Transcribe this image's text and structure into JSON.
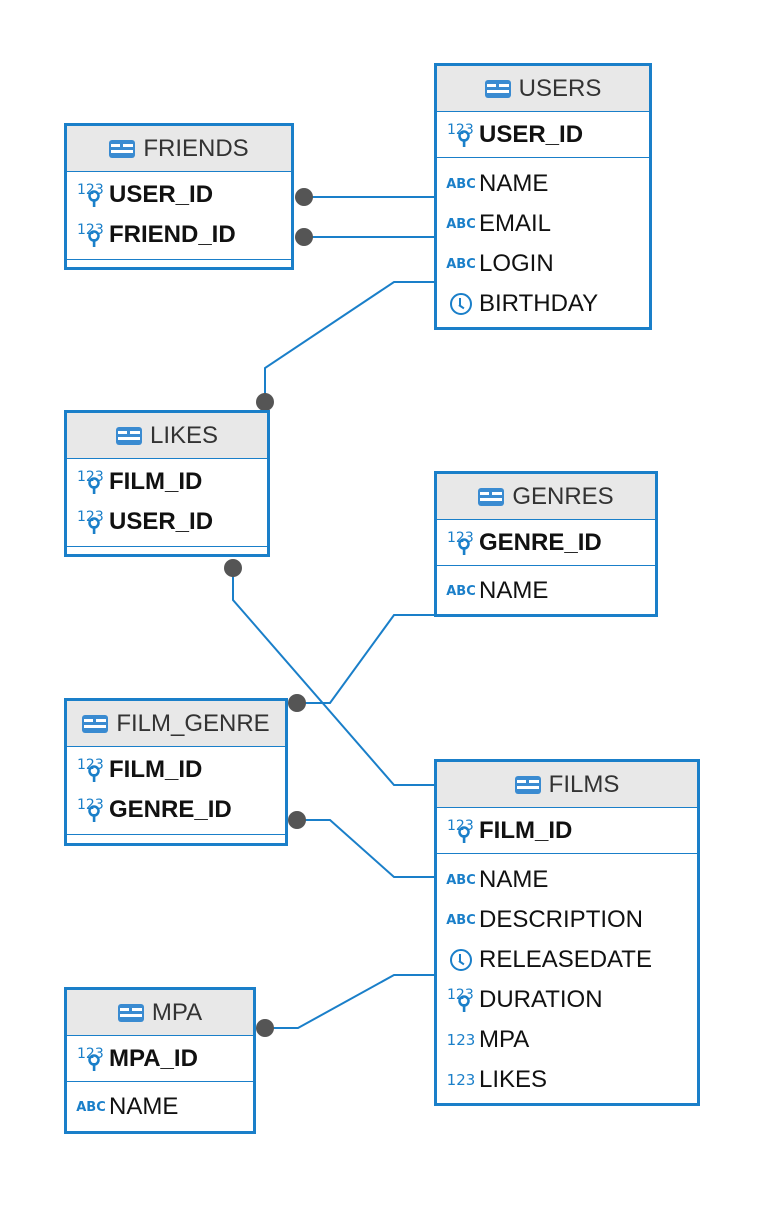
{
  "colors": {
    "border": "#1a7fc9",
    "header_bg": "#e8e8e8",
    "connector_dot": "#555555"
  },
  "entities": {
    "users": {
      "title": "USERS",
      "pk": {
        "name": "USER_ID",
        "icon": "numeric-key-icon"
      },
      "columns": [
        {
          "name": "NAME",
          "icon": "text-abc-icon"
        },
        {
          "name": "EMAIL",
          "icon": "text-abc-icon"
        },
        {
          "name": "LOGIN",
          "icon": "text-abc-icon"
        },
        {
          "name": "BIRTHDAY",
          "icon": "clock-icon"
        }
      ]
    },
    "friends": {
      "title": "FRIENDS",
      "columns": [
        {
          "name": "USER_ID",
          "icon": "numeric-key-icon"
        },
        {
          "name": "FRIEND_ID",
          "icon": "numeric-key-icon"
        }
      ]
    },
    "likes": {
      "title": "LIKES",
      "columns": [
        {
          "name": "FILM_ID",
          "icon": "numeric-key-icon"
        },
        {
          "name": "USER_ID",
          "icon": "numeric-key-icon"
        }
      ]
    },
    "genres": {
      "title": "GENRES",
      "pk": {
        "name": "GENRE_ID",
        "icon": "numeric-key-icon"
      },
      "columns": [
        {
          "name": "NAME",
          "icon": "text-abc-icon"
        }
      ]
    },
    "film_genre": {
      "title": "FILM_GENRE",
      "columns": [
        {
          "name": "FILM_ID",
          "icon": "numeric-key-icon"
        },
        {
          "name": "GENRE_ID",
          "icon": "numeric-key-icon"
        }
      ]
    },
    "films": {
      "title": "FILMS",
      "pk": {
        "name": "FILM_ID",
        "icon": "numeric-key-icon"
      },
      "columns": [
        {
          "name": "NAME",
          "icon": "text-abc-icon"
        },
        {
          "name": "DESCRIPTION",
          "icon": "text-abc-icon"
        },
        {
          "name": "RELEASEDATE",
          "icon": "clock-icon"
        },
        {
          "name": "DURATION",
          "icon": "numeric-key-icon"
        },
        {
          "name": "MPA",
          "icon": "numeric-icon"
        },
        {
          "name": "LIKES",
          "icon": "numeric-icon"
        }
      ]
    },
    "mpa": {
      "title": "MPA",
      "pk": {
        "name": "MPA_ID",
        "icon": "numeric-key-icon"
      },
      "columns": [
        {
          "name": "NAME",
          "icon": "text-abc-icon"
        }
      ]
    }
  },
  "icon_text": {
    "abc": "ABC",
    "num": "123"
  },
  "relationships": [
    {
      "from": "FRIENDS.USER_ID",
      "to": "USERS"
    },
    {
      "from": "FRIENDS.FRIEND_ID",
      "to": "USERS"
    },
    {
      "from": "LIKES.USER_ID",
      "to": "USERS"
    },
    {
      "from": "LIKES.FILM_ID",
      "to": "FILMS"
    },
    {
      "from": "FILM_GENRE.GENRE_ID",
      "to": "GENRES"
    },
    {
      "from": "FILM_GENRE.FILM_ID",
      "to": "FILMS"
    },
    {
      "from": "MPA.MPA_ID",
      "to": "FILMS.MPA"
    }
  ]
}
